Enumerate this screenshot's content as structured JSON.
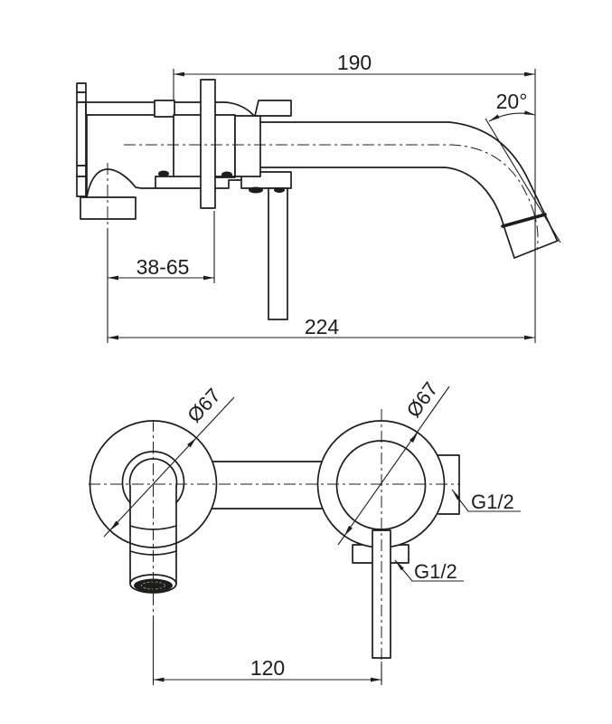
{
  "drawing": {
    "background": "#ffffff",
    "line_color": "#1d1d1b",
    "side_view": {
      "dim_spout_reach": "190",
      "dim_spout_angle": "20°",
      "dim_wall_depth_range": "38-65",
      "dim_total_depth": "224"
    },
    "front_view": {
      "dim_spout_flange_diameter": "Ø67",
      "dim_mixer_flange_diameter": "Ø67",
      "dim_center_spacing": "120",
      "label_outlet_thread": "G1/2",
      "label_inlet_thread": "G1/2"
    }
  }
}
